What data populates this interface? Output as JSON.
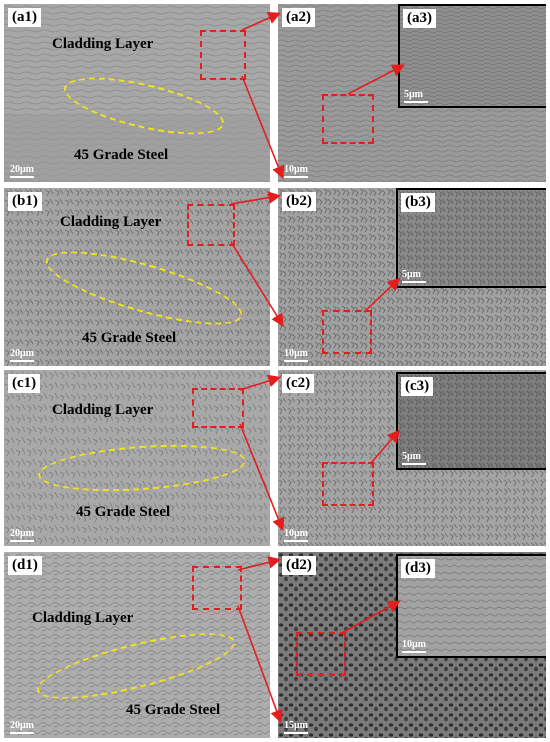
{
  "rows": [
    {
      "left_tag": "(a1)",
      "mid_tag": "(a2)",
      "inset_tag": "(a3)",
      "upper_label": "Cladding Layer",
      "lower_label": "45 Grade Steel",
      "left_scale": "20μm",
      "mid_scale": "10μm",
      "inset_scale": "5μm",
      "tone": "#a7a7a7"
    },
    {
      "left_tag": "(b1)",
      "mid_tag": "(b2)",
      "inset_tag": "(b3)",
      "upper_label": "Cladding Layer",
      "lower_label": "45 Grade Steel",
      "left_scale": "20μm",
      "mid_scale": "10μm",
      "inset_scale": "5μm",
      "tone": "#9e9e9e"
    },
    {
      "left_tag": "(c1)",
      "mid_tag": "(c2)",
      "inset_tag": "(c3)",
      "upper_label": "Cladding Layer",
      "lower_label": "45 Grade Steel",
      "left_scale": "20μm",
      "mid_scale": "10μm",
      "inset_scale": "5μm",
      "tone": "#a3a3a3"
    },
    {
      "left_tag": "(d1)",
      "mid_tag": "(d2)",
      "inset_tag": "(d3)",
      "upper_label": "Cladding Layer",
      "lower_label": "45 Grade Steel",
      "left_scale": "20μm",
      "mid_scale": "15μm",
      "inset_scale": "10μm",
      "tone": "#8c8c8c"
    }
  ],
  "colors": {
    "ellipse": "#f2e21a",
    "marker": "#e41e1e",
    "inset_border": "#000000"
  }
}
